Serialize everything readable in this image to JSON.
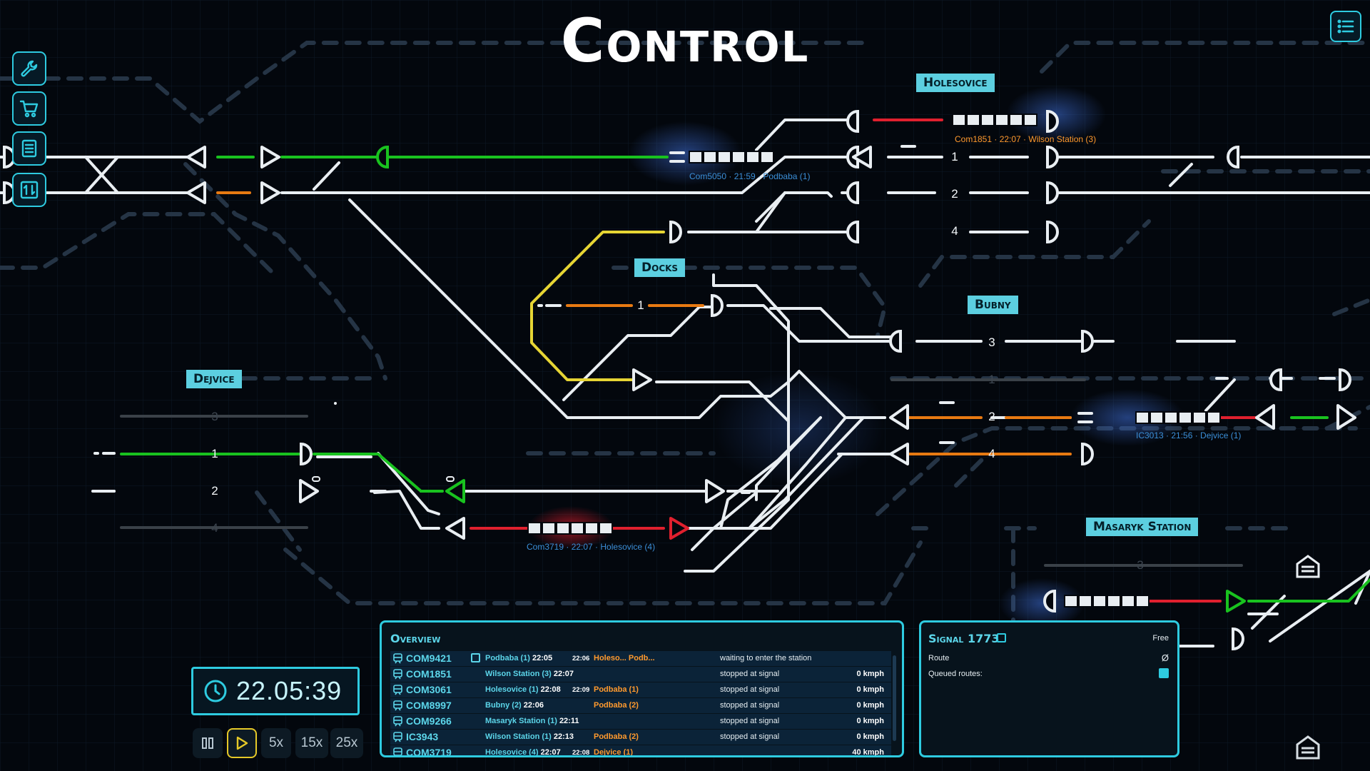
{
  "title": "Control",
  "sidebar": [
    {
      "icon": "wrench-icon",
      "name": "tools-button"
    },
    {
      "icon": "cart-icon",
      "name": "shop-button"
    },
    {
      "icon": "list-icon",
      "name": "log-button"
    },
    {
      "icon": "swap-icon",
      "name": "timetable-button"
    }
  ],
  "stations": {
    "holesovice": "Holesovice",
    "docks": "Docks",
    "bubny": "Bubny",
    "dejvice": "Dejvice",
    "masaryk": "Masaryk Station"
  },
  "tracks": {
    "holesovice": [
      "1",
      "2",
      "4"
    ],
    "docks": [
      "1"
    ],
    "bubny": [
      "3",
      "1",
      "2",
      "4"
    ],
    "dejvice": [
      "3",
      "1",
      "2",
      "4"
    ],
    "masaryk": [
      "3"
    ]
  },
  "trains": {
    "com1851": "Com1851 · 22:07 · Wilson Station (3)",
    "com5050": "Com5050 · 21:59 · Podbaba (1)",
    "ic3013": "IC3013 · 21:56 · Dejvice (1)",
    "com3719": "Com3719 · 22:07 · Holesovice (4)"
  },
  "clock": {
    "time": "22.05:39",
    "icon": "clock-icon"
  },
  "speed": {
    "five": "5x",
    "fifteen": "15x",
    "twentyfive": "25x"
  },
  "overview": {
    "title": "Overview",
    "rows": [
      {
        "id": "COM9421",
        "dest": "Podbaba (1)",
        "dest_time": "22:05",
        "extra_time": "22:06",
        "next": "Holeso...",
        "next2": "Podb...",
        "status": "waiting to enter the station",
        "speed": ""
      },
      {
        "id": "COM1851",
        "dest": "Wilson Station (3)",
        "dest_time": "22:07",
        "extra_time": "",
        "next": "",
        "next2": "",
        "status": "stopped at signal",
        "speed": "0 kmph"
      },
      {
        "id": "COM3061",
        "dest": "Holesovice (1)",
        "dest_time": "22:08",
        "extra_time": "22:09",
        "next": "Podbaba (1)",
        "next2": "",
        "status": "stopped at signal",
        "speed": "0 kmph"
      },
      {
        "id": "COM8997",
        "dest": "Bubny (2)",
        "dest_time": "22:06",
        "extra_time": "",
        "next": "Podbaba (2)",
        "next2": "",
        "status": "stopped at signal",
        "speed": "0 kmph"
      },
      {
        "id": "COM9266",
        "dest": "Masaryk Station (1)",
        "dest_time": "22:11",
        "extra_time": "",
        "next": "",
        "next2": "",
        "status": "stopped at signal",
        "speed": "0 kmph"
      },
      {
        "id": "IC3943",
        "dest": "Wilson Station (1)",
        "dest_time": "22:13",
        "extra_time": "",
        "next": "Podbaba (2)",
        "next2": "",
        "status": "stopped at signal",
        "speed": "0 kmph"
      },
      {
        "id": "COM3719",
        "dest": "Holesovice (4)",
        "dest_time": "22:07",
        "extra_time": "22:08",
        "next": "Dejvice (1)",
        "next2": "",
        "status": "",
        "speed": "40 kmph"
      }
    ]
  },
  "signal": {
    "title": "Signal 1773",
    "state": "Free",
    "route_label": "Route",
    "route_value": "Ø",
    "queued_label": "Queued routes:"
  },
  "colors": {
    "accent": "#2ecbe0",
    "green": "#19c21f",
    "red": "#e0202e",
    "orange": "#e87a12",
    "yellow": "#e6d534",
    "track": "#e9eef2"
  }
}
